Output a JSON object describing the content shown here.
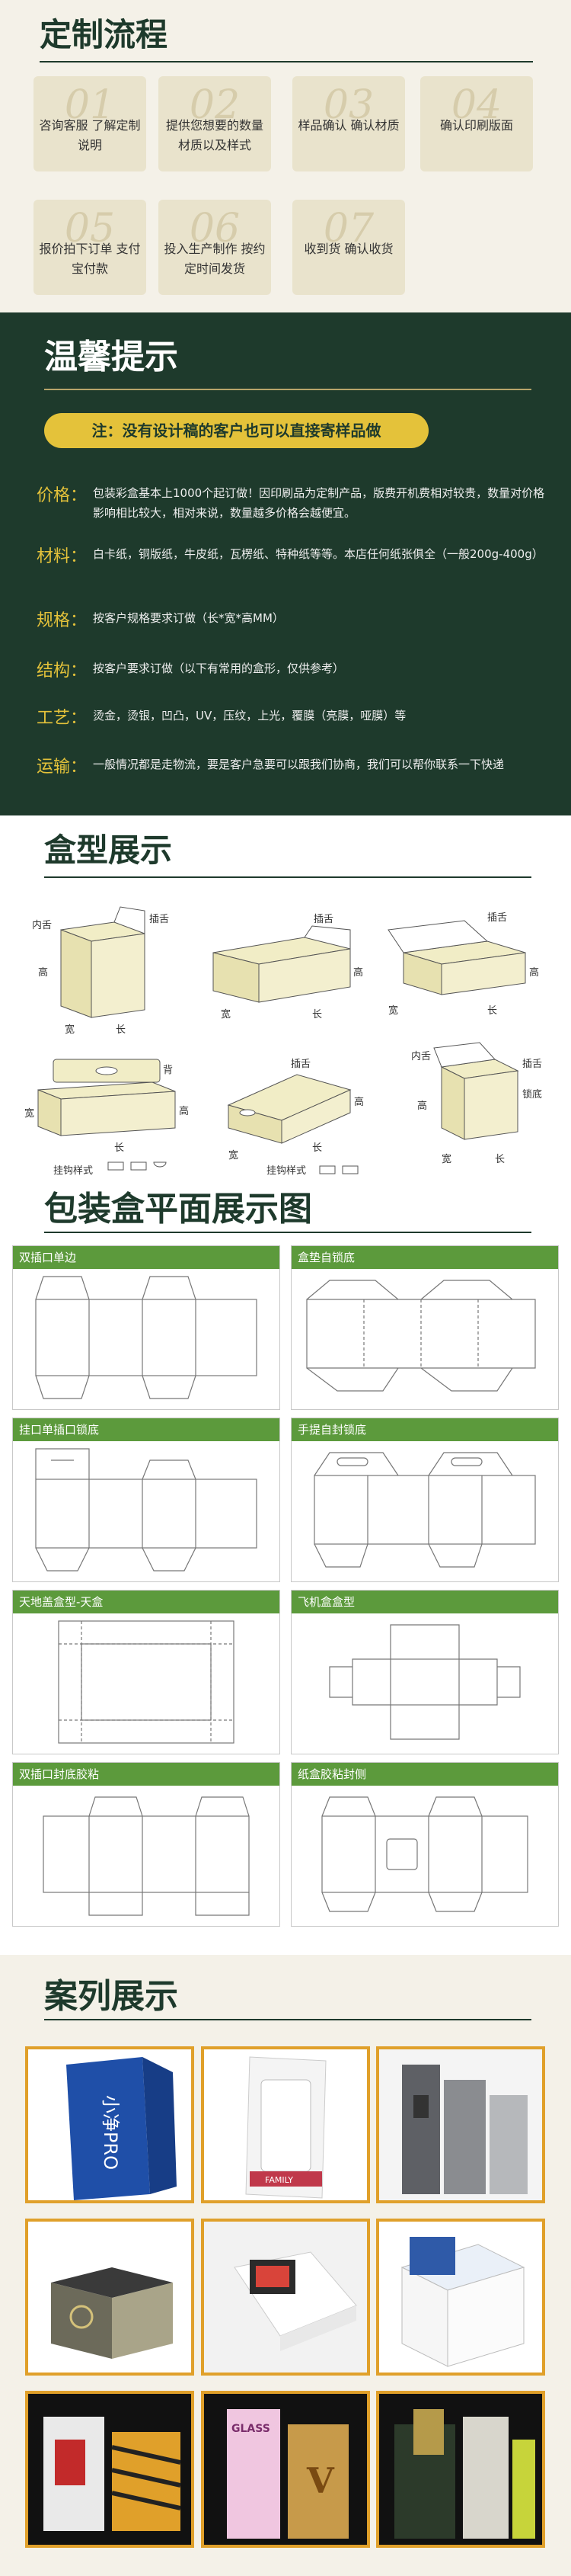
{
  "process": {
    "title": "定制流程",
    "steps": [
      {
        "num": "01",
        "text": "咨询客服 了解定制说明"
      },
      {
        "num": "02",
        "text": "提供您想要的数量 材质以及样式"
      },
      {
        "num": "03",
        "text": "样品确认 确认材质"
      },
      {
        "num": "04",
        "text": "确认印刷版面"
      },
      {
        "num": "05",
        "text": "报价拍下订单 支付宝付款"
      },
      {
        "num": "06",
        "text": "投入生产制作 按约定时间发货"
      },
      {
        "num": "07",
        "text": "收到货 确认收货"
      }
    ]
  },
  "tips": {
    "title": "温馨提示",
    "note": "注：没有设计稿的客户也可以直接寄样品做",
    "rows": [
      {
        "label": "价格：",
        "value": "包装彩盒基本上1000个起订做！因印刷品为定制产品，版费开机费相对较贵，数量对价格影响相比较大，相对来说，数量越多价格会越便宜。"
      },
      {
        "label": "材料：",
        "value": "白卡纸，铜版纸，牛皮纸，瓦楞纸、特种纸等等。本店任何纸张俱全（一般200g-400g）"
      },
      {
        "label": "规格：",
        "value": "按客户规格要求订做（长*宽*高MM）"
      },
      {
        "label": "结构：",
        "value": "按客户要求订做（以下有常用的盒形，仅供参考）"
      },
      {
        "label": "工艺：",
        "value": "烫金，烫银，凹凸，UV，压纹，上光，覆膜（亮膜，哑膜）等"
      },
      {
        "label": "运输：",
        "value": "一般情况都是走物流，要是客户急要可以跟我们协商，我们可以帮你联系一下快递"
      }
    ]
  },
  "types": {
    "title": "盒型展示",
    "labels": {
      "insert_tongue": "插舌",
      "inner_tongue": "内舌",
      "height": "高",
      "width": "宽",
      "length": "长",
      "hang_style": "挂钩样式",
      "back": "背",
      "lock_bottom": "锁底"
    }
  },
  "flat": {
    "title": "包装盒平面展示图",
    "panels": [
      "双插口单边",
      "盒垫自锁底",
      "挂口单插口锁底",
      "手提自封锁底",
      "天地盖盒型-天盒",
      "飞机盒盒型",
      "双插口封底胶粘",
      "纸盒胶粘封侧"
    ]
  },
  "cases": {
    "title": "案列展示",
    "items": [
      {
        "name": "blue-pro-box",
        "text": "小净PRO"
      },
      {
        "name": "window-box",
        "text": "FAMILY"
      },
      {
        "name": "grey-gift-boxes",
        "text": ""
      },
      {
        "name": "black-gold-box",
        "text": ""
      },
      {
        "name": "display-box",
        "text": ""
      },
      {
        "name": "product-box",
        "text": ""
      },
      {
        "name": "red-tiger-boxes",
        "text": ""
      },
      {
        "name": "glass-v-boxes",
        "text": "GLASS"
      },
      {
        "name": "dark-gold-boxes",
        "text": ""
      }
    ]
  },
  "colors": {
    "dark_green": "#1e3a2c",
    "gold": "#e4c23a",
    "panel_bar": "#5c9a3c",
    "case_border": "#e0a02a"
  }
}
